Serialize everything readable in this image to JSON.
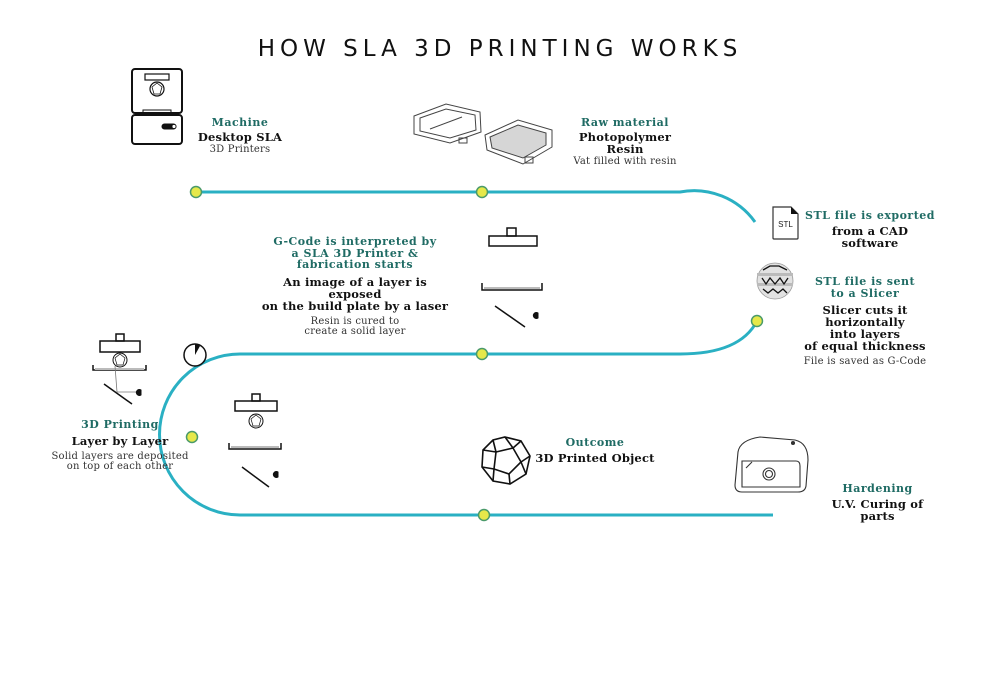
{
  "title": "HOW SLA 3D PRINTING WORKS",
  "colors": {
    "path": "#2ab0c3",
    "node_fill": "#e6e84a",
    "node_stroke": "#4a9a6a",
    "heading": "#1f6b64",
    "text": "#111111"
  },
  "steps": [
    {
      "id": "machine",
      "icon": "sla-printer-icon",
      "heading": "Machine",
      "main": "Desktop SLA",
      "sub": "3D Printers"
    },
    {
      "id": "raw-material",
      "icon": "resin-vat-icon",
      "heading": "Raw material",
      "main": "Photopolymer Resin",
      "sub": "Vat filled with resin"
    },
    {
      "id": "stl-export",
      "icon": "stl-file-icon",
      "icon_text": "STL",
      "heading": "STL file is exported",
      "main": "from a CAD software"
    },
    {
      "id": "slicer",
      "icon": "sliced-sphere-icon",
      "heading_lines": [
        "STL file is sent",
        "to a Slicer"
      ],
      "main_lines": [
        "Slicer cuts it horizontally",
        "into layers",
        "of equal thickness"
      ],
      "sub": "File is saved as G-Code"
    },
    {
      "id": "gcode",
      "icon": "laser-exposure-icon",
      "heading_lines": [
        "G-Code is interpreted by",
        "a SLA 3D Printer &",
        "fabrication starts"
      ],
      "main_lines": [
        "An image of a layer is exposed",
        "on the build plate by a laser"
      ],
      "sub_lines": [
        "Resin is cured to",
        "create a solid layer"
      ]
    },
    {
      "id": "printing",
      "icon": "layer-printing-icon",
      "timer_icon": "timer-icon",
      "heading": "3D Printing",
      "main": "Layer by Layer",
      "sub_lines": [
        "Solid layers are deposited",
        "on top of each other"
      ]
    },
    {
      "id": "outcome",
      "icon": "geodesic-sphere-icon",
      "heading": "Outcome",
      "main": "3D Printed Object"
    },
    {
      "id": "hardening",
      "icon": "uv-curing-box-icon",
      "heading": "Hardening",
      "main": "U.V. Curing of parts"
    }
  ]
}
